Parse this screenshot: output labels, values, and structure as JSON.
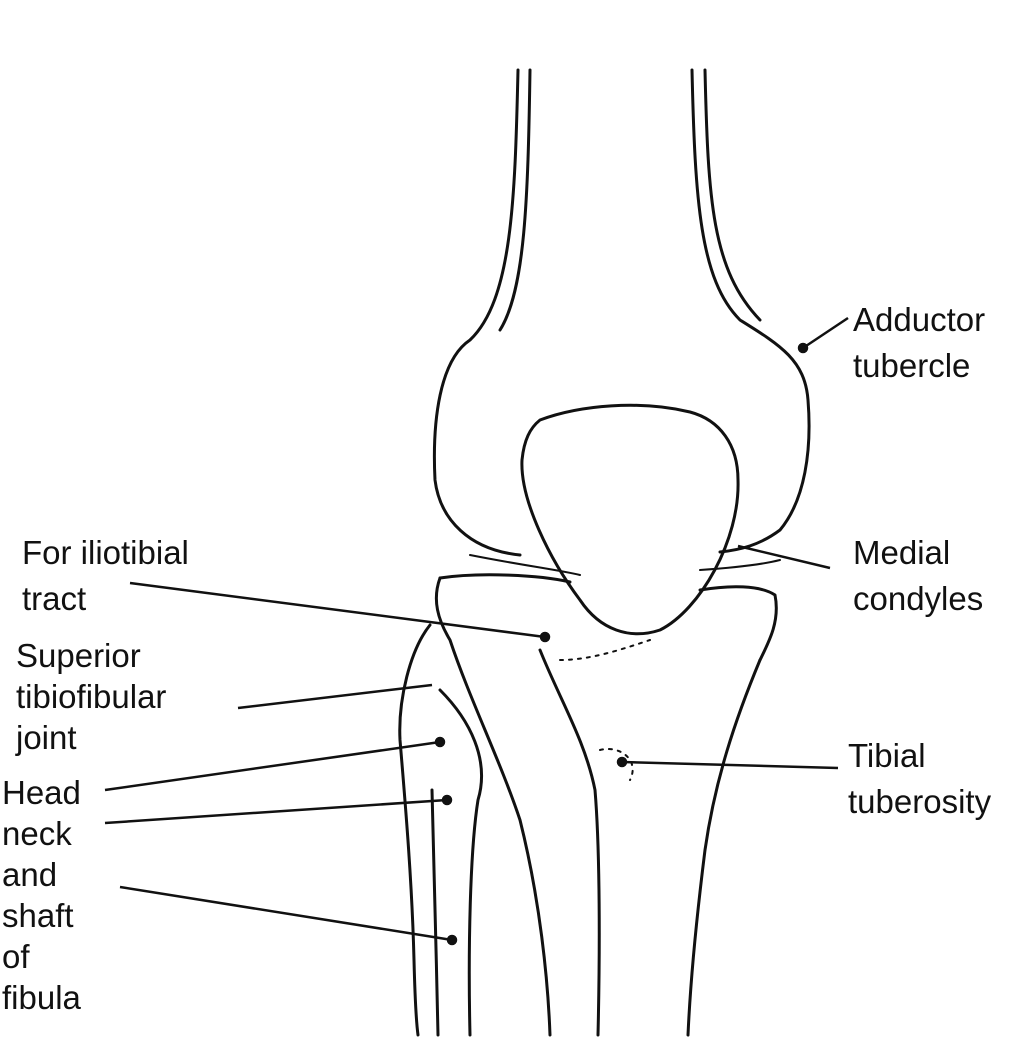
{
  "labels": {
    "adductor_tubercle": [
      "Adductor",
      "tubercle"
    ],
    "medial_condyles": [
      "Medial",
      "condyles"
    ],
    "tibial_tuberosity": [
      "Tibial",
      "tuberosity"
    ],
    "iliotibial_tract": [
      "For iliotibial",
      "tract"
    ],
    "superior_tibiofibular_joint": [
      "Superior",
      "tibiofibular",
      "joint"
    ],
    "fibula": [
      "Head",
      "neck",
      "and",
      "shaft",
      "of",
      "fibula"
    ]
  },
  "colors": {
    "ink": "#111111",
    "background": "#ffffff"
  }
}
